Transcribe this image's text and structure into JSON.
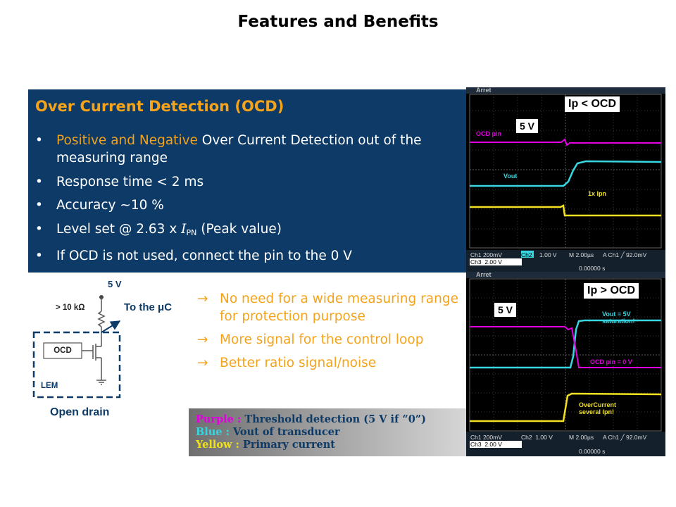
{
  "slide": {
    "title": "Features and Benefits"
  },
  "ocd_panel": {
    "heading": "Over Current Detection (OCD)",
    "bullet_char": "•",
    "bullets": [
      {
        "highlight": "Positive and Negative",
        "text": " Over Current Detection out of the measuring range"
      },
      {
        "text": "Response time < 2 ms"
      },
      {
        "text": "Accuracy ~10 %"
      },
      {
        "prefix": "Level set @ 2.63 x ",
        "symbol": "I",
        "subscript": "PN",
        "suffix": " (Peak value)"
      },
      {
        "text": "If OCD is not used, connect the pin to the 0 V"
      }
    ]
  },
  "scope_top": {
    "label": "Ip < OCD",
    "voltage_box": "5 V",
    "header": "Arret",
    "trace_labels": {
      "ocd": "OCD pin",
      "vout": "Vout",
      "current": "1x Ipn"
    },
    "status_line1": {
      "ch1": "Ch1",
      "ch1_scale": "200mV",
      "ch2": "Ch2",
      "ch2_scale": "1.00 V",
      "timebase": "M 2.00µs",
      "trigger": "A  Ch1  ╱  92.0mV"
    },
    "status_line2": {
      "ch3": "Ch3",
      "ch3_scale": "2.00 V"
    },
    "time": "0.00000 s"
  },
  "scope_bottom": {
    "label": "Ip > OCD",
    "voltage_box": "5 V",
    "header": "Arret",
    "trace_labels": {
      "vout_sat_1": "Vout = 5V",
      "vout_sat_2": "saturation!",
      "ocd_zero": "OCD pin = 0 V",
      "over_1": "OverCurrent",
      "over_2": "several Ipn!"
    },
    "status_line1": {
      "ch1": "Ch1",
      "ch1_scale": "200mV",
      "ch2": "Ch2",
      "ch2_scale": "1.00 V",
      "timebase": "M 2.00µs",
      "trigger": "A  Ch1  ╱  92.0mV"
    },
    "status_line2": {
      "ch3": "Ch3",
      "ch3_scale": "2.00 V"
    },
    "time": "0.00000 s"
  },
  "circuit": {
    "supply": "5 V",
    "resistor": "> 10 kΩ",
    "to_mc": "To the μC",
    "ocd_box": "OCD",
    "lem": "LEM",
    "caption": "Open drain"
  },
  "benefits": {
    "arrow": "→",
    "items": [
      "No need for a wide measuring range for protection purpose",
      "More signal for the control loop",
      "Better ratio signal/noise"
    ]
  },
  "legend": [
    {
      "key": "Purple :",
      "text": " Threshold detection (5 V if “0”)"
    },
    {
      "key": "Blue :",
      "text": " Vout of transducer"
    },
    {
      "key": "Yellow :",
      "text": " Primary current"
    }
  ],
  "colors": {
    "panel_bg": "#0d3a66",
    "accent_orange": "#f4a31a",
    "trace_purple": "#e000e0",
    "trace_cyan": "#38d6e0",
    "trace_yellow": "#f0e020"
  }
}
